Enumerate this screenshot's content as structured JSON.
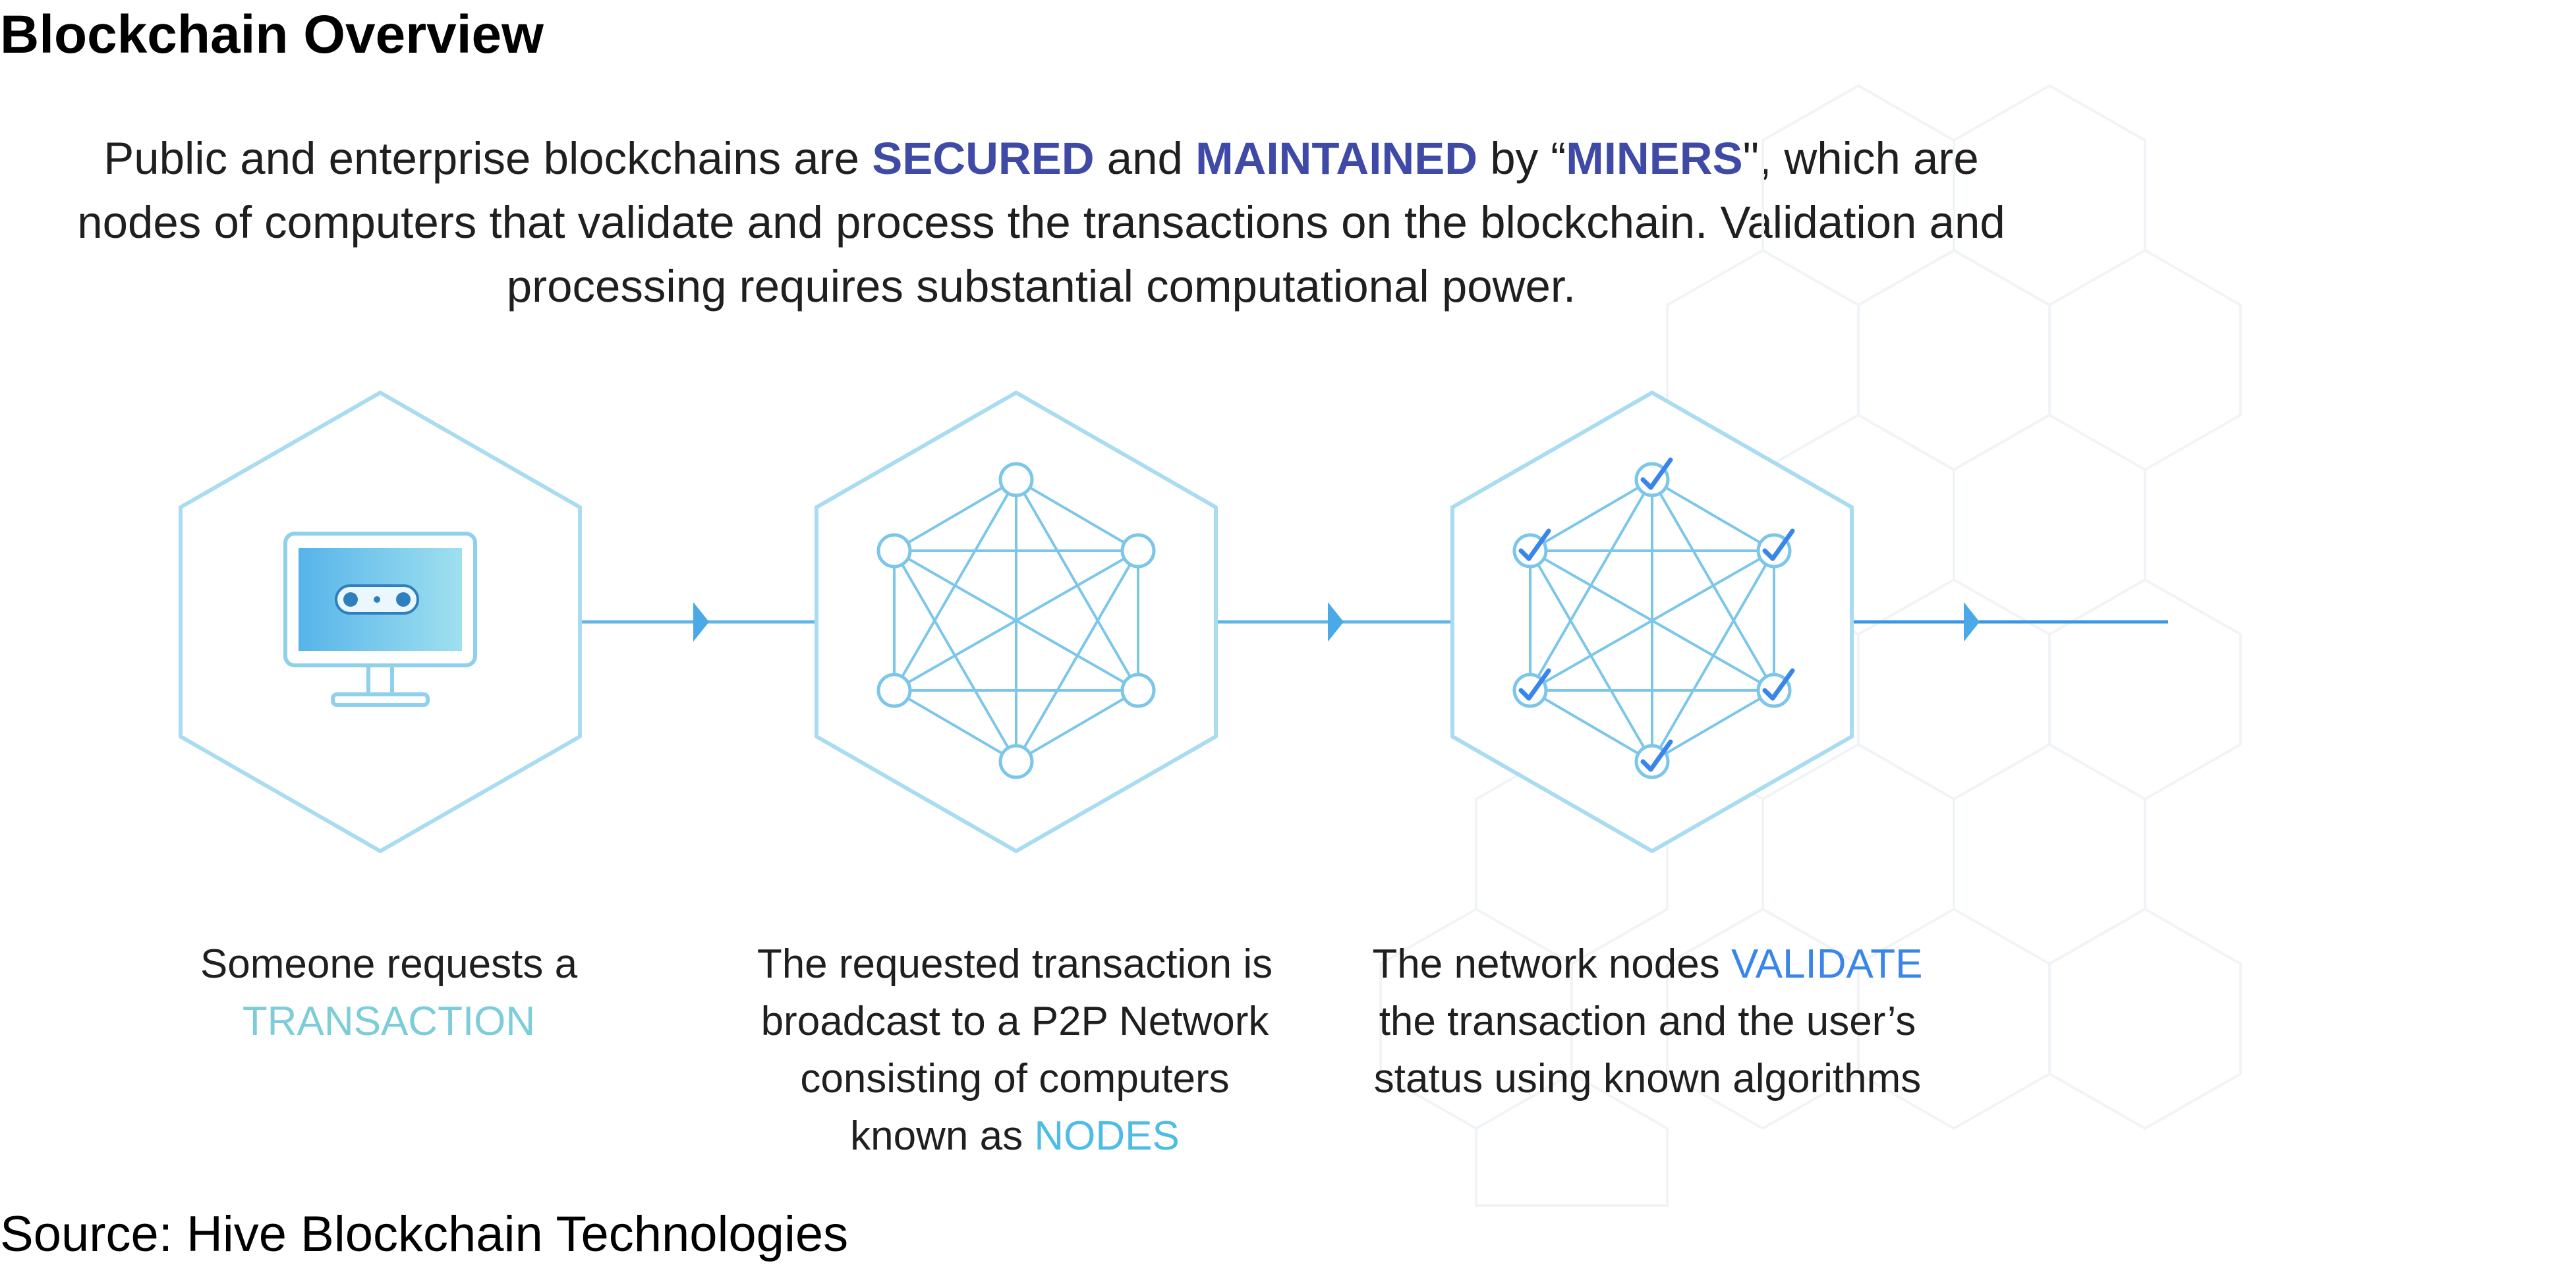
{
  "title": "Blockchain Overview",
  "intro": {
    "part1": "Public and enterprise blockchains are ",
    "secured": "SECURED",
    "part2": " and ",
    "maintained": "MAINTAINED",
    "part3": " by “",
    "miners": "MINERS",
    "part4": "\", which are nodes of computers that validate and process the transactions on the blockchain. Validation and processing requires substantial computational power."
  },
  "steps": [
    {
      "icon": "monitor-icon",
      "caption_before": "Someone requests a ",
      "caption_highlight": "TRANSACTION",
      "caption_after": ""
    },
    {
      "icon": "network-icon",
      "caption_before": "The requested transaction  is broadcast to a P2P Network consisting of computers known as ",
      "caption_highlight": "NODES",
      "caption_after": ""
    },
    {
      "icon": "validated-network-icon",
      "caption_before": "The network nodes ",
      "caption_highlight": "VALIDATE",
      "caption_after": " the transaction and the user’s status using known algorithms"
    }
  ],
  "source": "Source: Hive Blockchain Technologies",
  "colors": {
    "intro_highlight": "#3e4aa6",
    "transaction_highlight": "#7ccdd8",
    "nodes_highlight": "#4dbde6",
    "validate_highlight": "#3a86e8",
    "hex_outline": "#a9dcf0",
    "connector": "#4aa9e6"
  }
}
